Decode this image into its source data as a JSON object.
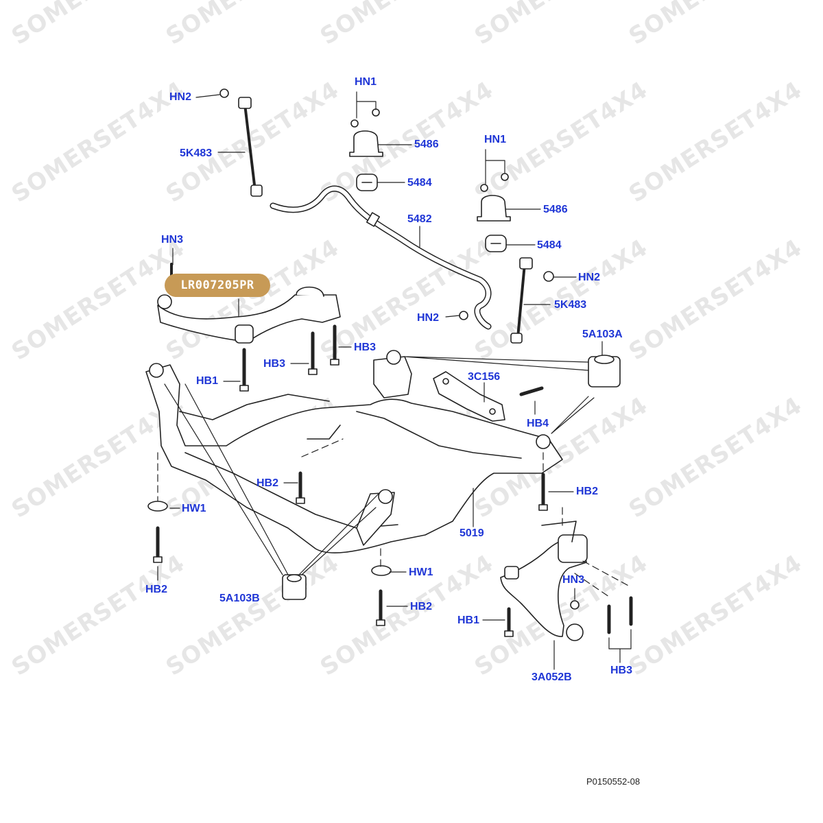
{
  "watermark": "SOMERSET4X4",
  "part_badge": "LR007205PR",
  "drawing_id": "P0150552-08",
  "colors": {
    "callout": "#1f36d6",
    "badge_bg": "#c79a56",
    "badge_text": "#ffffff",
    "line": "#222222",
    "watermark": "#e6e6e6"
  },
  "callouts": {
    "hn2_tl": "HN2",
    "c5k483_l": "5K483",
    "hn1_top": "HN1",
    "c5486_top": "5486",
    "c5484_top": "5484",
    "hn1_right": "HN1",
    "c5486_right": "5486",
    "c5482": "5482",
    "c5484_right": "5484",
    "hn2_right": "HN2",
    "c5k483_r": "5K483",
    "hn2_mid": "HN2",
    "hn3_left": "HN3",
    "hb3_top": "HB3",
    "hb3_left": "HB3",
    "hb1_left": "HB1",
    "c5a103a": "5A103A",
    "c3c156": "3C156",
    "hb4": "HB4",
    "hb2_left": "HB2",
    "hw1_left": "HW1",
    "hb2_right": "HB2",
    "c5019": "5019",
    "hb2_bottom_left": "HB2",
    "hw1_bottom": "HW1",
    "hb2_bottom": "HB2",
    "c5a103b": "5A103B",
    "hn3_right": "HN3",
    "hb1_right": "HB1",
    "c3a052b": "3A052B",
    "hb3_right": "HB3"
  }
}
